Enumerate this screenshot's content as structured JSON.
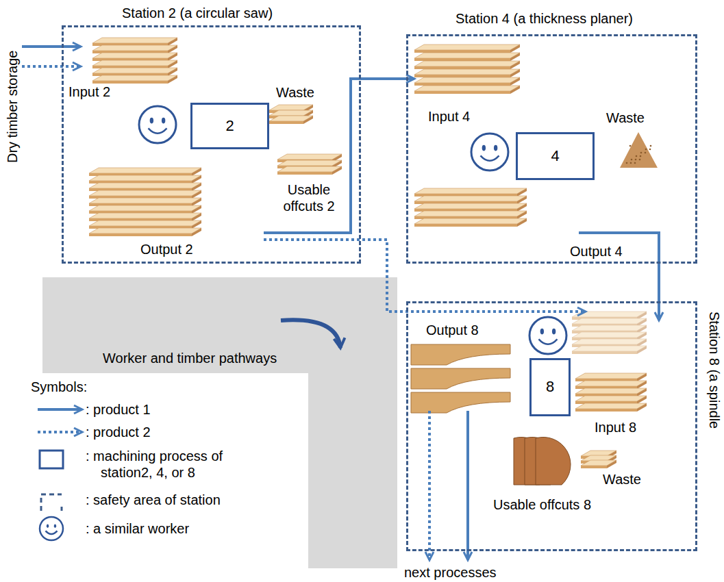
{
  "diagram": {
    "nodes": [
      {
        "text": [
          "Station 2 (a circular saw)"
        ]
      },
      {
        "text": [
          "2"
        ],
        "in": 0
      },
      {
        "text": [
          "Station 4 (a thickness planer)"
        ]
      },
      {
        "text": [
          "4"
        ],
        "in": 2
      },
      {
        "text": [
          "Station 8 (a spindle"
        ]
      },
      {
        "text": [
          "8"
        ],
        "in": 4
      },
      {
        "text": [
          "Worker and timber pathways"
        ]
      }
    ],
    "edges": [
      {
        "from": 0,
        "to": 2,
        "arrow": "to"
      },
      {
        "from": 0,
        "to": 4,
        "arrow": "to"
      },
      {
        "from": 2,
        "to": 4,
        "arrow": "to"
      }
    ],
    "labels": [
      "Dry timber storage",
      "Input 2",
      "Waste",
      "Usable offcuts 2",
      "Output 2",
      "Input 4",
      "Waste",
      "Output 4",
      "Output 8",
      "Input 8",
      "Waste",
      "Usable offcuts 8",
      "next processes",
      "Symbols:"
    ],
    "legend": [
      {
        "text": ": product 1"
      },
      {
        "text": ": product 2"
      },
      {
        "text": ": machining process of station2, 4, or 8"
      },
      {
        "text": ": safety area of station"
      },
      {
        "text": ": a similar worker"
      }
    ]
  }
}
